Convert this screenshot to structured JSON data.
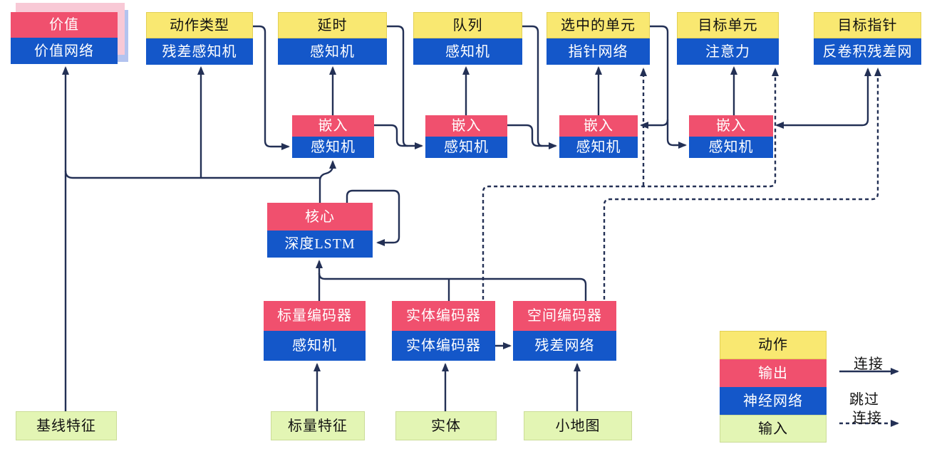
{
  "diagram_title": "agent-architecture-diagram",
  "colors": {
    "action_yellow": "#f9e871",
    "output_red": "#f0506e",
    "network_blue": "#1457c9",
    "input_green": "#e3f5b4",
    "connector_navy": "#233055"
  },
  "nodes": {
    "value": {
      "top": "价值",
      "bottom": "价值网络"
    },
    "action_type": {
      "top": "动作类型",
      "bottom": "残差感知机"
    },
    "delay": {
      "top": "延时",
      "bottom": "感知机"
    },
    "queue": {
      "top": "队列",
      "bottom": "感知机"
    },
    "selected_units": {
      "top": "选中的单元",
      "bottom": "指针网络"
    },
    "target_unit": {
      "top": "目标单元",
      "bottom": "注意力"
    },
    "target_pointer": {
      "top": "目标指针",
      "bottom": "反卷积残差网"
    },
    "embed1": {
      "top": "嵌入",
      "bottom": "感知机"
    },
    "embed2": {
      "top": "嵌入",
      "bottom": "感知机"
    },
    "embed3": {
      "top": "嵌入",
      "bottom": "感知机"
    },
    "embed4": {
      "top": "嵌入",
      "bottom": "感知机"
    },
    "core": {
      "top": "核心",
      "bottom": "深度LSTM"
    },
    "scalar_encoder": {
      "top": "标量编码器",
      "bottom": "感知机"
    },
    "entity_encoder": {
      "top": "实体编码器",
      "bottom": "实体编码器"
    },
    "spatial_encoder": {
      "top": "空间编码器",
      "bottom": "残差网络"
    },
    "baseline_features": {
      "label": "基线特征"
    },
    "scalar_features": {
      "label": "标量特征"
    },
    "entities": {
      "label": "实体"
    },
    "minimap": {
      "label": "小地图"
    }
  },
  "legend": {
    "action": "动作",
    "output": "输出",
    "network": "神经网络",
    "input": "输入",
    "connection": "连接",
    "skip_line1": "跳过",
    "skip_line2": "连接"
  }
}
